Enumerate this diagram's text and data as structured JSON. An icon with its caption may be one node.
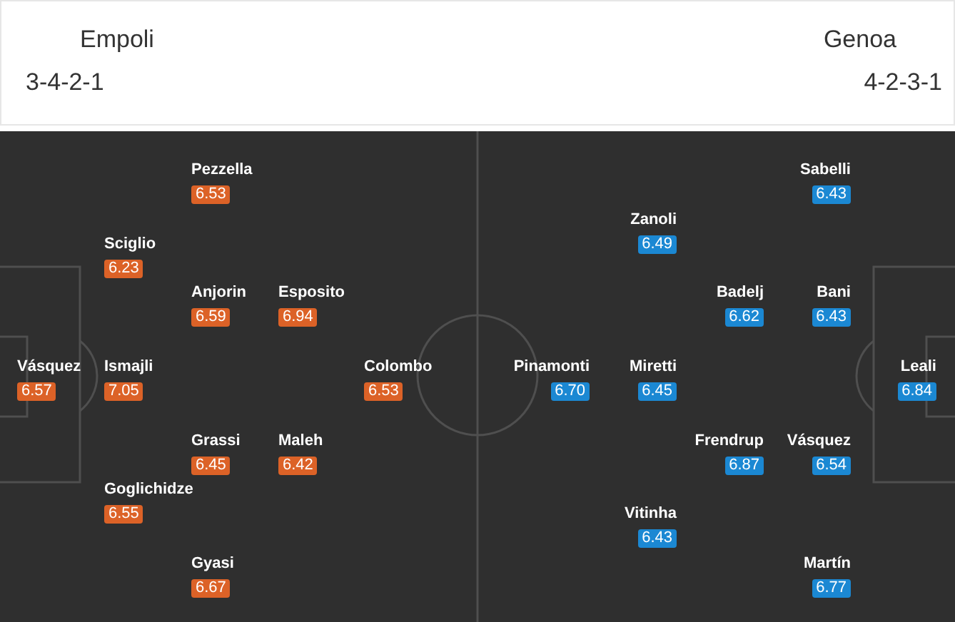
{
  "diagram": {
    "nodes": [
      {
        "text": [
          "Empoli",
          "3-4-2-1",
          "Genoa",
          "4-2-3-1"
        ]
      },
      {
        "text": [],
        "shape": "box"
      },
      {
        "text": [
          "Vásquez",
          "6.57"
        ],
        "in": 1
      },
      {
        "text": [
          "Sciglio",
          "6.23"
        ],
        "in": 1
      },
      {
        "text": [
          "Ismajli",
          "7.05"
        ],
        "in": 1
      },
      {
        "text": [
          "Goglichidze",
          "6.55"
        ],
        "in": 1
      },
      {
        "text": [
          "Pezzella",
          "6.53"
        ],
        "in": 1
      },
      {
        "text": [
          "Anjorin",
          "6.59"
        ],
        "in": 1
      },
      {
        "text": [
          "Grassi",
          "6.45"
        ],
        "in": 1
      },
      {
        "text": [
          "Gyasi",
          "6.67"
        ],
        "in": 1
      },
      {
        "text": [
          "Esposito",
          "6.94"
        ],
        "in": 1
      },
      {
        "text": [
          "Maleh",
          "6.42"
        ],
        "in": 1
      },
      {
        "text": [
          "Colombo",
          "6.53"
        ],
        "in": 1
      },
      {
        "text": [
          "Pinamonti",
          "6.70"
        ],
        "in": 1
      },
      {
        "text": [
          "Zanoli",
          "6.49"
        ],
        "in": 1
      },
      {
        "text": [
          "Miretti",
          "6.45"
        ],
        "in": 1
      },
      {
        "text": [
          "Vitinha",
          "6.43"
        ],
        "in": 1
      },
      {
        "text": [
          "Badelj",
          "6.62"
        ],
        "in": 1
      },
      {
        "text": [
          "Frendrup",
          "6.87"
        ],
        "in": 1
      },
      {
        "text": [
          "Sabelli",
          "6.43"
        ],
        "in": 1
      },
      {
        "text": [
          "Bani",
          "6.43"
        ],
        "in": 1
      },
      {
        "text": [
          "Vásquez",
          "6.54"
        ],
        "in": 1
      },
      {
        "text": [
          "Martín",
          "6.77"
        ],
        "in": 1
      },
      {
        "text": [
          "Leali",
          "6.84"
        ],
        "in": 1
      }
    ]
  }
}
